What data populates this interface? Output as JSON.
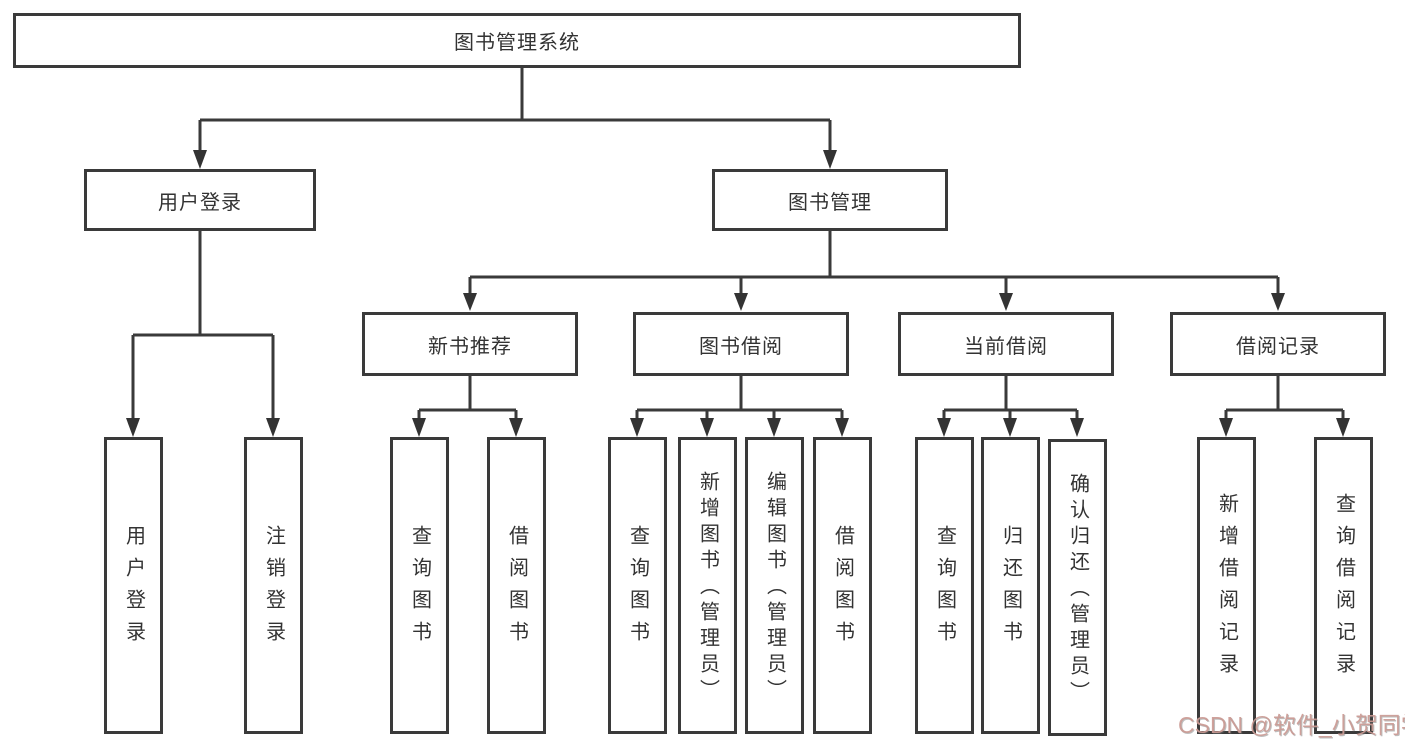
{
  "diagram": {
    "root": "图书管理系统",
    "level2": [
      {
        "label": "用户登录",
        "children": [
          "用户登录",
          "注销登录"
        ]
      },
      {
        "label": "图书管理"
      }
    ],
    "level3": [
      {
        "label": "新书推荐",
        "children": [
          "查询图书",
          "借阅图书"
        ]
      },
      {
        "label": "图书借阅",
        "children": [
          "查询图书",
          "新增图书（管理员）",
          "编辑图书（管理员）",
          "借阅图书"
        ]
      },
      {
        "label": "当前借阅",
        "children": [
          "查询图书",
          "归还图书",
          "确认归还（管理员）"
        ]
      },
      {
        "label": "借阅记录",
        "children": [
          "新增借阅记录",
          "查询借阅记录"
        ]
      }
    ]
  },
  "colors": {
    "background": "#ffffff",
    "line": "#3a3a3a",
    "box_border": "#3a3a3a",
    "text": "#333333",
    "watermark": "#cb9a94"
  },
  "watermark": {
    "text": "CSDN @软件_小贺同学"
  }
}
